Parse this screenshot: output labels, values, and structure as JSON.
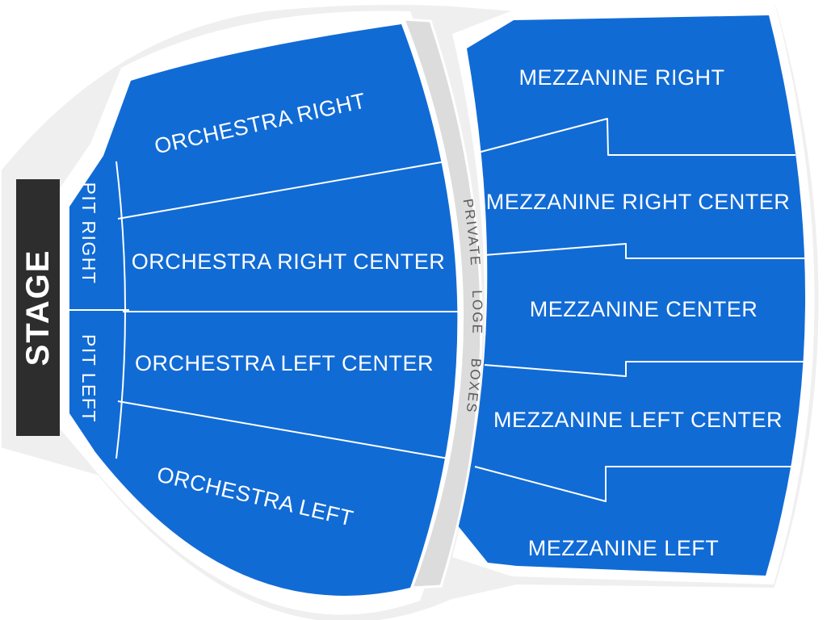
{
  "page_title": "Venue Seating Chart",
  "stage": {
    "label": "STAGE"
  },
  "sections": {
    "pit": [
      {
        "id": "pit-right",
        "label": "PIT RIGHT"
      },
      {
        "id": "pit-left",
        "label": "PIT LEFT"
      }
    ],
    "orchestra": [
      {
        "id": "orchestra-right",
        "label": "ORCHESTRA RIGHT"
      },
      {
        "id": "orchestra-right-center",
        "label": "ORCHESTRA RIGHT CENTER"
      },
      {
        "id": "orchestra-left-center",
        "label": "ORCHESTRA LEFT CENTER"
      },
      {
        "id": "orchestra-left",
        "label": "ORCHESTRA LEFT"
      }
    ],
    "loge": {
      "id": "private-loge-boxes",
      "label": "PRIVATE LOGE BOXES"
    },
    "mezzanine": [
      {
        "id": "mezzanine-right",
        "label": "MEZZANINE RIGHT"
      },
      {
        "id": "mezzanine-right-center",
        "label": "MEZZANINE RIGHT CENTER"
      },
      {
        "id": "mezzanine-center",
        "label": "MEZZANINE CENTER"
      },
      {
        "id": "mezzanine-left-center",
        "label": "MEZZANINE LEFT CENTER"
      },
      {
        "id": "mezzanine-left",
        "label": "MEZZANINE LEFT"
      }
    ]
  },
  "colors": {
    "section_blue": "#116bd5",
    "stage_dark": "#2d2d2d",
    "loge_band_gray": "#dcdcdc",
    "silhouette_gray": "#efefef",
    "label_white": "#ffffff",
    "loge_text_gray": "#5a5a5a"
  }
}
